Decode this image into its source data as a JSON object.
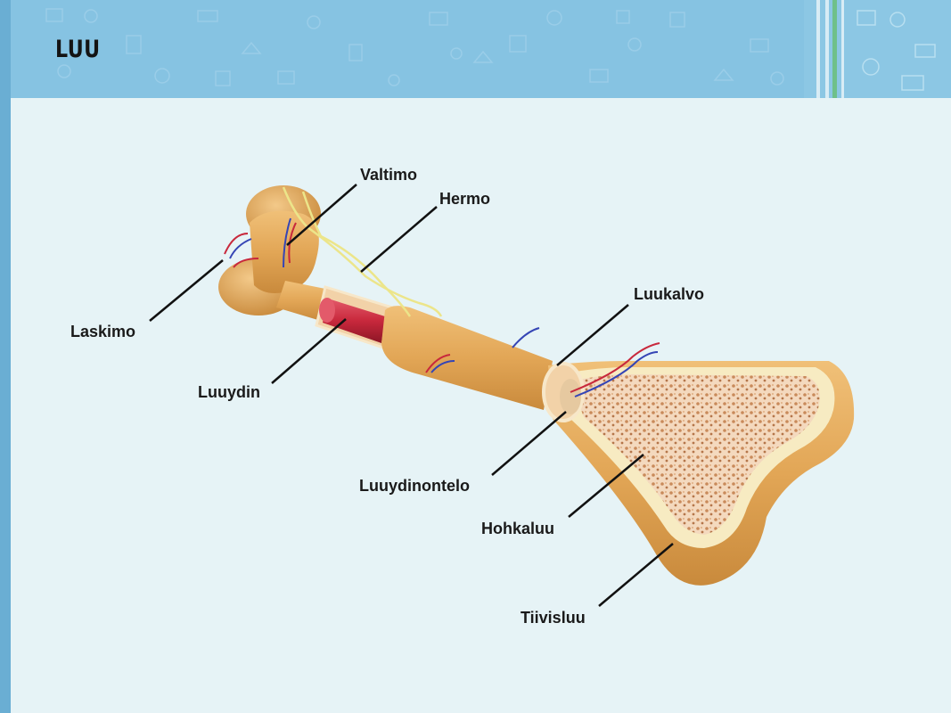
{
  "slide": {
    "title": "LUU"
  },
  "diagram": {
    "labels": {
      "valtimo": "Valtimo",
      "hermo": "Hermo",
      "laskimo": "Laskimo",
      "luuydin": "Luuydin",
      "luukalvo": "Luukalvo",
      "luuydinontelo": "Luuydinontelo",
      "hohkaluu": "Hohkaluu",
      "tiivisluu": "Tiivisluu"
    }
  },
  "colors": {
    "background": "#e6f3f6",
    "header": "#86c3e2",
    "left_strip": "#6aaed3",
    "bone": "#e2a656",
    "marrow": "#c8283c",
    "leader_line": "#111111"
  }
}
